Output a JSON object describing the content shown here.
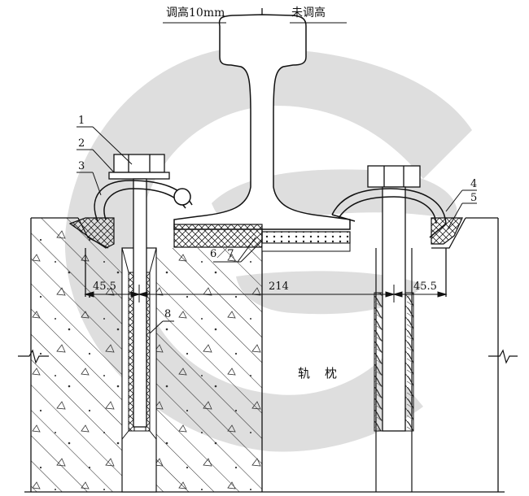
{
  "headers": {
    "left": "调高10mm",
    "right": "未调高"
  },
  "callouts": {
    "c1": "1",
    "c2": "2",
    "c3": "3",
    "c4": "4",
    "c5": "5",
    "c67": "6／7",
    "c8": "8"
  },
  "dimensions": {
    "left": "45.5",
    "center": "214",
    "right": "45.5"
  },
  "sleeper_label": "轨枕",
  "colors": {
    "line": "#111111",
    "watermark": "#dcdcdc"
  }
}
